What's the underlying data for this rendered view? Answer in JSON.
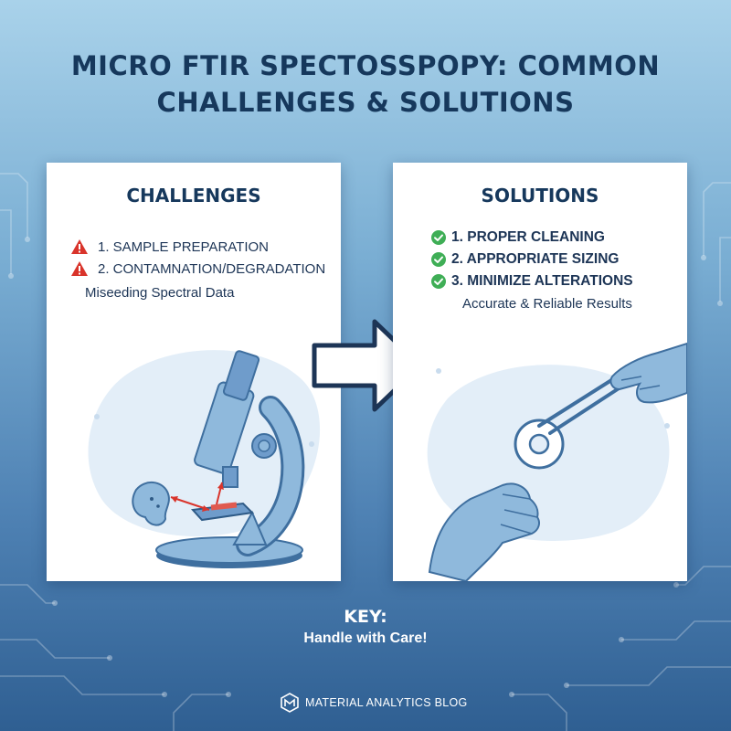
{
  "title": "MICRO FTIR SPECTOSSPOPY: COMMON CHALLENGES & SOLUTIONS",
  "challenges": {
    "heading": "CHALLENGES",
    "items": [
      "1. SAMPLE PREPARATION",
      "2. CONTAMNATION/DEGRADATION"
    ],
    "note": "Miseeding Spectral Data"
  },
  "solutions": {
    "heading": "SOLUTIONS",
    "items": [
      "1. PROPER CLEANING",
      "2. APPROPRIATE SIZING",
      "3. MINIMIZE ALTERATIONS"
    ],
    "note": "Accurate & Reliable Results"
  },
  "key": {
    "label": "KEY:",
    "text": "Handle with Care!"
  },
  "brand": {
    "name": "MATERIAL ANALYTICS BLOG"
  },
  "icons": {
    "challenge": "warning-triangle-icon",
    "solution": "check-circle-icon",
    "arrow": "right-arrow-icon",
    "logo": "brand-logo-icon"
  },
  "colors": {
    "warning": "#d9342b",
    "check": "#3fae56",
    "title": "#16385c",
    "illustration": "#8fb9dc"
  }
}
